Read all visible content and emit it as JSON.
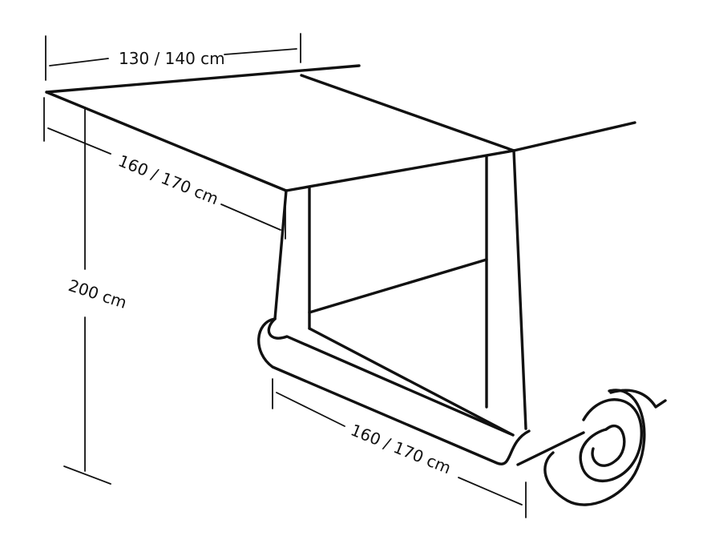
{
  "dimensions": {
    "top_width": "130 / 140 cm",
    "top_depth": "160 / 170 cm",
    "height": "200 cm",
    "bottom_depth": "160 / 170 cm"
  },
  "colors": {
    "stroke": "#111111",
    "background": "#ffffff"
  }
}
